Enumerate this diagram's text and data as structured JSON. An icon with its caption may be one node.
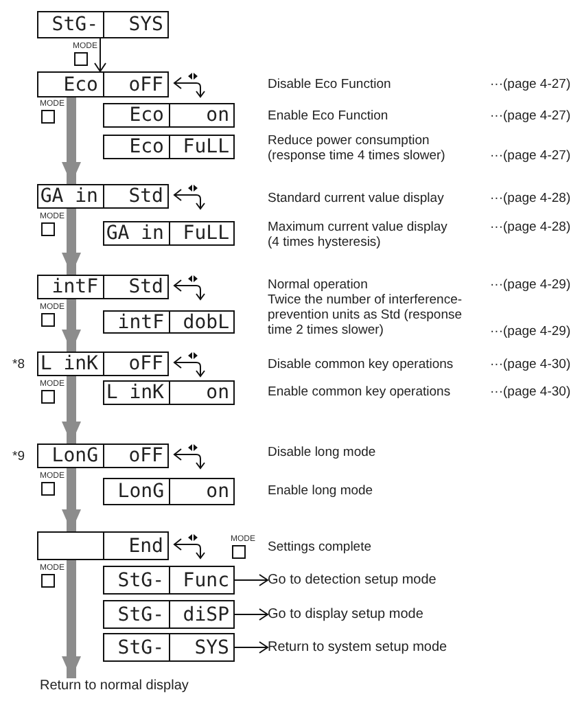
{
  "diagram": {
    "nodes": [
      {
        "text": [
          "StG-",
          "SYS"
        ]
      },
      {
        "text": [
          "Eco",
          "oFF"
        ]
      },
      {
        "text": [
          "Eco",
          "on"
        ]
      },
      {
        "text": [
          "Eco",
          "FuLL"
        ]
      },
      {
        "text": [
          "GA in",
          "Std"
        ]
      },
      {
        "text": [
          "GA in",
          "FuLL"
        ]
      },
      {
        "text": [
          "intF",
          "Std"
        ]
      },
      {
        "text": [
          "intF",
          "dobL"
        ]
      },
      {
        "text": [
          "L inK",
          "oFF"
        ],
        "beside": [
          "*8"
        ]
      },
      {
        "text": [
          "L inK",
          "on"
        ]
      },
      {
        "text": [
          "LonG",
          "oFF"
        ],
        "beside": [
          "*9"
        ]
      },
      {
        "text": [
          "LonG",
          "on"
        ]
      },
      {
        "text": [
          "End"
        ]
      },
      {
        "text": [
          "StG-",
          "Func"
        ]
      },
      {
        "text": [
          "Go to detection setup mode"
        ]
      },
      {
        "text": [
          "StG-",
          "diSP"
        ]
      },
      {
        "text": [
          "Go to display setup mode"
        ]
      },
      {
        "text": [
          "StG-",
          "SYS"
        ]
      },
      {
        "text": [
          "Return to system setup mode"
        ]
      },
      {
        "text": [
          "Return to normal display"
        ]
      }
    ],
    "edges": [
      {
        "from": 0,
        "to": 1,
        "arrow": "to",
        "color": "#111111"
      },
      {
        "from": 1,
        "to": 4,
        "arrow": "to"
      },
      {
        "from": 4,
        "to": 6,
        "arrow": "to"
      },
      {
        "from": 6,
        "to": 8,
        "arrow": "to"
      },
      {
        "from": 8,
        "to": 10,
        "arrow": "to"
      },
      {
        "from": 10,
        "to": 12,
        "arrow": "to"
      },
      {
        "from": 12,
        "to": 19,
        "arrow": "to"
      },
      {
        "from": 13,
        "to": 14,
        "arrow": "to",
        "color": "#111111"
      },
      {
        "from": 15,
        "to": 16,
        "arrow": "to",
        "color": "#111111"
      },
      {
        "from": 17,
        "to": 18,
        "arrow": "to",
        "color": "#111111"
      }
    ],
    "labels": [
      "MODE",
      "Disable Eco Function",
      "···(page 4-27)",
      "MODE",
      "Enable Eco Function",
      "···(page 4-27)",
      "Reduce power consumption (response time 4 times slower)",
      "···(page 4-27)",
      "Standard current value display",
      "···(page 4-28)",
      "MODE",
      "Maximum current value display (4 times hysteresis)",
      "···(page 4-28)",
      "Normal operation",
      "···(page 4-29)",
      "MODE",
      "Twice the number of interference-prevention units as Std (response time 2 times slower)",
      "···(page 4-29)",
      "Disable common key operations",
      "···(page 4-30)",
      "MODE",
      "Enable common key operations",
      "···(page 4-30)",
      "Disable long mode",
      "MODE",
      "Enable long mode",
      "MODE",
      "Settings complete",
      "MODE"
    ]
  }
}
